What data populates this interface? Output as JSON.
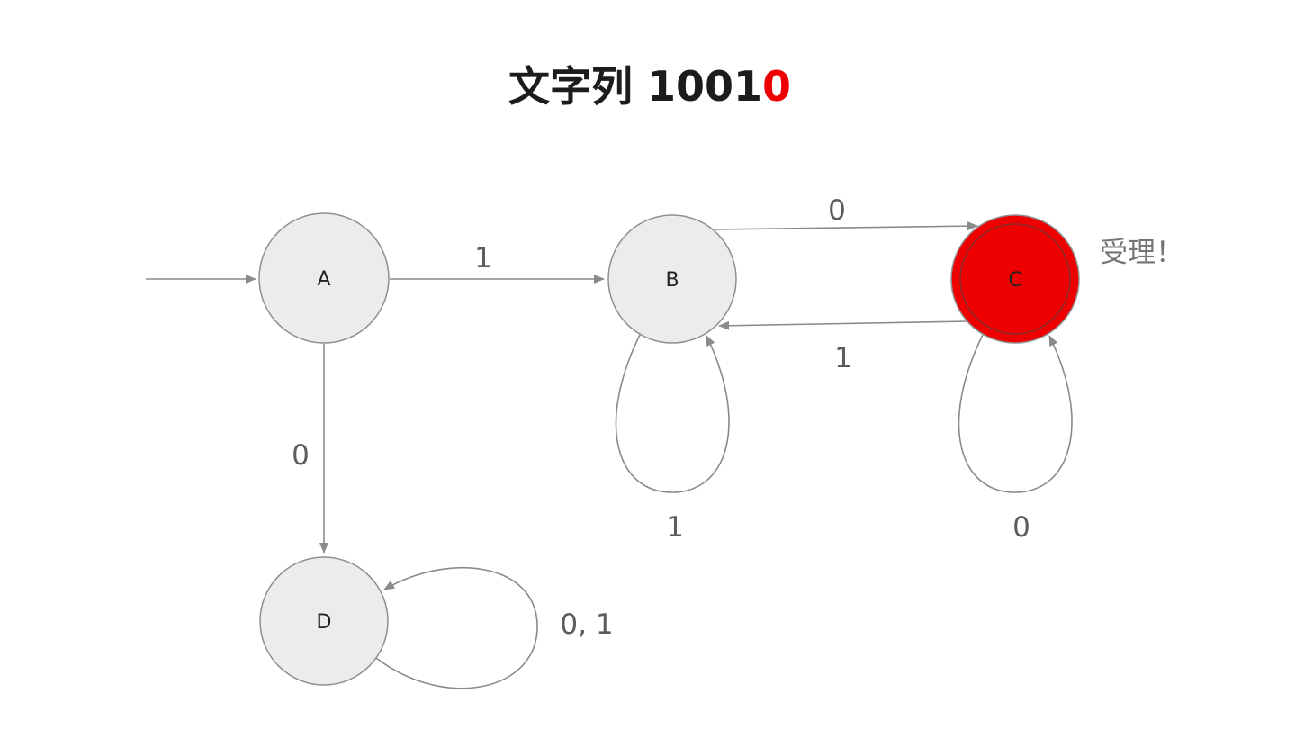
{
  "title": {
    "prefix": "文字列 1001",
    "highlight": "0"
  },
  "accept_label": "受理！",
  "states": {
    "a": "A",
    "b": "B",
    "c": "C",
    "d": "D"
  },
  "transitions": {
    "a_to_b": "1",
    "b_to_c": "0",
    "c_to_b": "1",
    "b_self": "1",
    "c_self": "0",
    "a_to_d": "0",
    "d_self": "0, 1"
  },
  "colors": {
    "accent_red": "#ee0000",
    "state_fill": "#ececec",
    "edge_gray": "#8a8a8a",
    "label_gray": "#5c5c5c"
  }
}
